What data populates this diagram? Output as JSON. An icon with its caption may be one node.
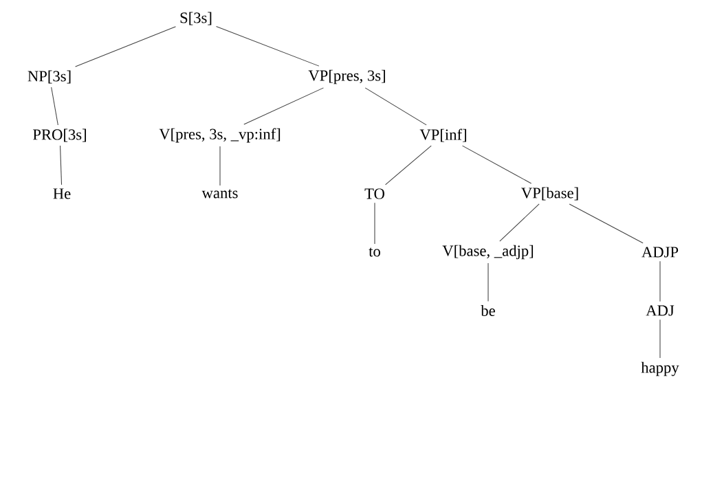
{
  "diagram": {
    "nodes": [
      {
        "text": [
          "S[3s]"
        ]
      },
      {
        "text": [
          "NP[3s]"
        ]
      },
      {
        "text": [
          "VP[pres, 3s]"
        ]
      },
      {
        "text": [
          "PRO[3s]"
        ]
      },
      {
        "text": [
          "V[pres, 3s, _vp:inf]"
        ]
      },
      {
        "text": [
          "VP[inf]"
        ]
      },
      {
        "text": [
          "He"
        ]
      },
      {
        "text": [
          "wants"
        ]
      },
      {
        "text": [
          "TO"
        ]
      },
      {
        "text": [
          "VP[base]"
        ]
      },
      {
        "text": [
          "to"
        ]
      },
      {
        "text": [
          "V[base, _adjp]"
        ]
      },
      {
        "text": [
          "ADJP"
        ]
      },
      {
        "text": [
          "be"
        ]
      },
      {
        "text": [
          "ADJ"
        ]
      },
      {
        "text": [
          "happy"
        ]
      }
    ],
    "edges": [
      {
        "from": 0,
        "to": 1,
        "arrow": "none"
      },
      {
        "from": 0,
        "to": 2,
        "arrow": "none"
      },
      {
        "from": 1,
        "to": 3,
        "arrow": "none"
      },
      {
        "from": 2,
        "to": 4,
        "arrow": "none"
      },
      {
        "from": 2,
        "to": 5,
        "arrow": "none"
      },
      {
        "from": 3,
        "to": 6,
        "arrow": "none"
      },
      {
        "from": 4,
        "to": 7,
        "arrow": "none"
      },
      {
        "from": 5,
        "to": 8,
        "arrow": "none"
      },
      {
        "from": 5,
        "to": 9,
        "arrow": "none"
      },
      {
        "from": 8,
        "to": 10,
        "arrow": "none"
      },
      {
        "from": 9,
        "to": 11,
        "arrow": "none"
      },
      {
        "from": 9,
        "to": 12,
        "arrow": "none"
      },
      {
        "from": 11,
        "to": 13,
        "arrow": "none"
      },
      {
        "from": 12,
        "to": 14,
        "arrow": "none"
      },
      {
        "from": 14,
        "to": 15,
        "arrow": "none"
      }
    ]
  }
}
